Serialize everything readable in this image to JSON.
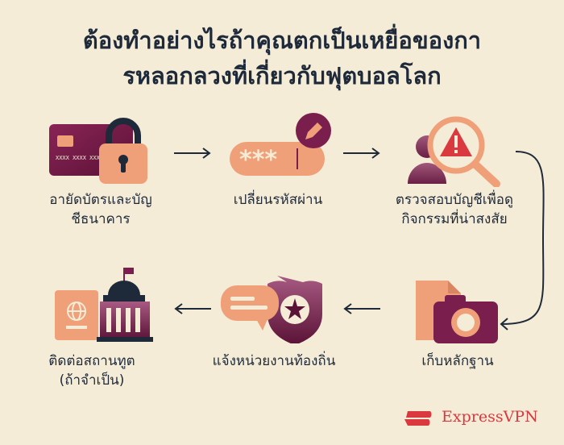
{
  "title": {
    "line1": "ต้องทำอย่างไรถ้าคุณตกเป็นเหยื่อของกา",
    "line2": "รหลอกลวงที่เกี่ยวกับฟุตบอลโลก"
  },
  "steps": [
    {
      "label_line1": "อายัดบัตรและบัญ",
      "label_line2": "ชีธนาคาร",
      "icon": "card-lock-icon"
    },
    {
      "label_line1": "เปลี่ยนรหัสผ่าน",
      "label_line2": "",
      "icon": "password-edit-icon",
      "mask": "***"
    },
    {
      "label_line1": "ตรวจสอบบัญชีเพื่อดู",
      "label_line2": "กิจกรรมที่น่าสงสัย",
      "icon": "magnifier-alert-icon"
    },
    {
      "label_line1": "เก็บหลักฐาน",
      "label_line2": "",
      "icon": "document-camera-icon"
    },
    {
      "label_line1": "แจ้งหน่วยงานท้องถิ่น",
      "label_line2": "",
      "icon": "chat-badge-icon"
    },
    {
      "label_line1": "ติดต่อสถานทูต",
      "label_line2": "(ถ้าจำเป็น)",
      "icon": "passport-embassy-icon"
    }
  ],
  "brand": {
    "name": "ExpressVPN"
  },
  "colors": {
    "background": "#f5ecd7",
    "navy": "#1e2a3a",
    "plum": "#7a1e4e",
    "salmon": "#f0a079",
    "brand_red": "#da3940"
  }
}
